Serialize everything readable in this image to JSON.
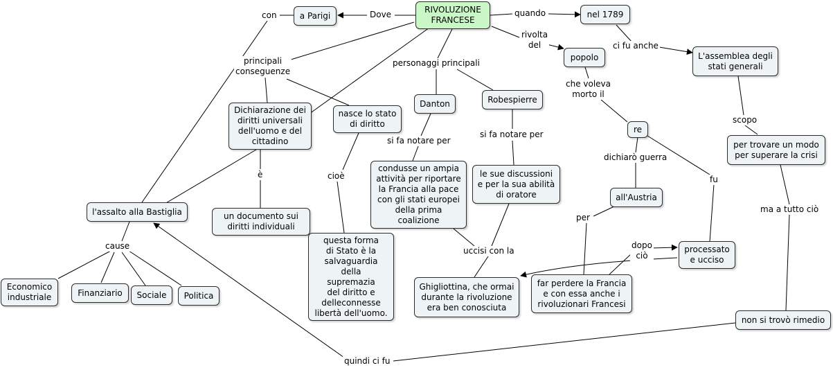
{
  "colors": {
    "node_fill": "#eef3f6",
    "root_fill": "#c9f7c6",
    "border": "#2b2b2b"
  },
  "nodes": {
    "root": "RIVOLUZIONE\nFRANCESE",
    "parigi": "a Parigi",
    "nel1789": "nel 1789",
    "popolo": "popolo",
    "assemblea": "L'assemblea degli\nstati generali",
    "re": "re",
    "austria": "all'Austria",
    "processato": "processato\ne ucciso",
    "trovare": "per trovare un modo\nper superare la crisi",
    "rimedio": "non si trovò rimedio",
    "danton": "Danton",
    "robespierre": "Robespierre",
    "danton_desc": "condusse un ampia\nattività per riportare\nla Francia alla pace\ncon gli stati europei\ndella prima\ncoalizione",
    "robespierre_desc": "le sue discussioni\ne per la sua abilità\ndi oratore",
    "ghigliottina": "Ghigliottina, che ormai\ndurante la rivoluzione\nera ben conosciuta",
    "perdere": "far perdere la Francia\ne con essa anche i\nrivoluzionari Francesi",
    "dichiarazione": "Dichiarazione dei\ndiritti universali\ndell'uomo e del\ncittadino",
    "stato_diritto": "nasce lo stato\ndi diritto",
    "documento": "un documento sui\ndiritti individuali",
    "forma_stato": "questa forma\ndi Stato è la\nsalvaguardia\ndella\nsupremazia\ndel diritto e\ndelleconnesse\nlibertà dell'uomo.",
    "bastiglia": "l'assalto alla Bastiglia",
    "economico": "Economico\nindustriale",
    "finanziario": "Finanziario",
    "sociale": "Sociale",
    "politica": "Politica"
  },
  "labels": {
    "dove": "Dove",
    "quando": "quando",
    "rivolta_del": "rivolta\ndel",
    "ci_fu_anche": "ci fu anche",
    "che_voleva": "che voleva\nmorto il",
    "scopo": "scopo",
    "dichiaro": "dichiarò guerra",
    "fu": "fu",
    "per": "per",
    "dopo_cio": "dopo\nciò",
    "ma_tutto": "ma a tutto ciò",
    "personaggi": "personaggi principali",
    "notare1": "si fa notare per",
    "notare2": "si fa notare per",
    "uccisi": "uccisi con la",
    "conseguenze": "principali\nconseguenze",
    "con": "con",
    "cioe": "cioè",
    "e": "è",
    "cause": "cause",
    "quindi": "quindi ci fu"
  }
}
